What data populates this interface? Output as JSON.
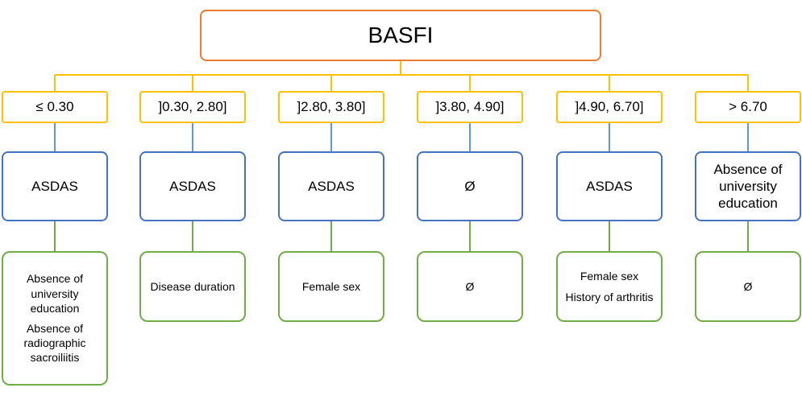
{
  "root": {
    "label": "BASFI"
  },
  "branches": [
    {
      "range": "≤ 0.30",
      "measure": "ASDAS",
      "factors": [
        "Absence of university education",
        "Absence of radiographic sacroiliitis"
      ]
    },
    {
      "range": "]0.30, 2.80]",
      "measure": "ASDAS",
      "factors": [
        "Disease duration"
      ]
    },
    {
      "range": "]2.80, 3.80]",
      "measure": "ASDAS",
      "factors": [
        "Female sex"
      ]
    },
    {
      "range": "]3.80, 4.90]",
      "measure": "Ø",
      "factors": [
        "Ø"
      ]
    },
    {
      "range": "]4.90, 6.70]",
      "measure": "ASDAS",
      "factors": [
        "Female sex",
        "History of arthritis"
      ]
    },
    {
      "range": "> 6.70",
      "measure": "Absence of university education",
      "factors": [
        "Ø"
      ]
    }
  ],
  "colors": {
    "root_border": "#ED7D31",
    "range_border": "#FFC000",
    "measure_border": "#4472C4",
    "factor_border": "#70AD47"
  }
}
